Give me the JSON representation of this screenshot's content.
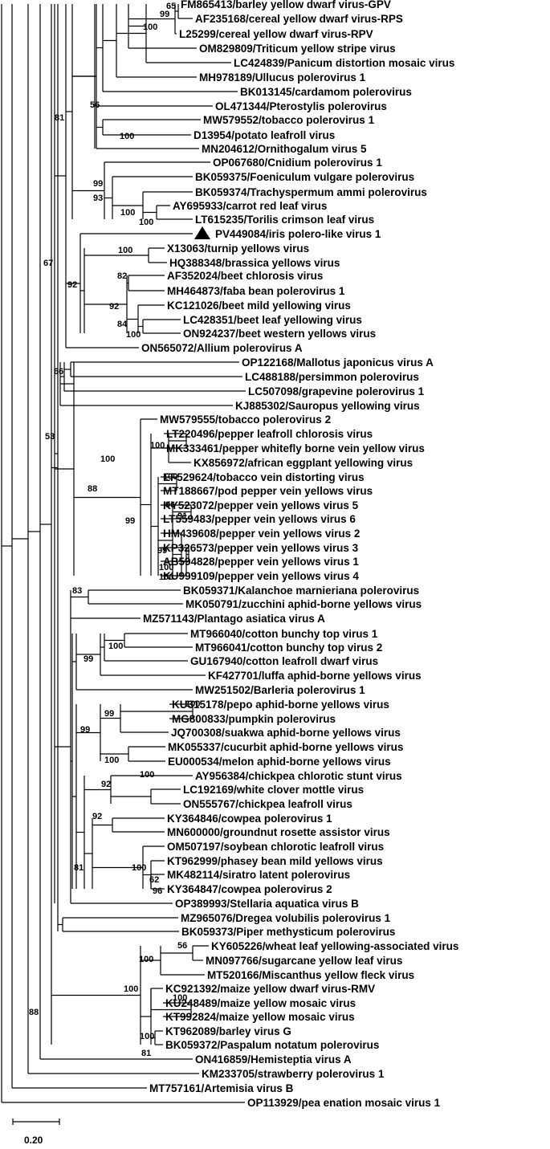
{
  "tree": {
    "scale_bar_label": "0.20",
    "marker_leaf": "PV449084/iris polero-like virus 1",
    "leaves": [
      "FM865413/barley yellow dwarf virus-GPV",
      "AF235168/cereal yellow dwarf virus-RPS",
      "L25299/cereal yellow dwarf virus-RPV",
      "OM829809/Triticum yellow stripe virus",
      "LC424839/Panicum distortion mosaic virus",
      "MH978189/Ullucus polerovirus 1",
      "BK013145/cardamom polerovirus",
      "OL471344/Pterostylis polerovirus",
      "MW579552/tobacco polerovirus 1",
      "D13954/potato leafroll virus",
      "MN204612/Ornithogalum virus 5",
      "OP067680/Cnidium polerovirus 1",
      "BK059375/Foeniculum vulgare polerovirus",
      "BK059374/Trachyspermum ammi polerovirus",
      "AY695933/carrot red leaf virus",
      "LT615235/Torilis crimson leaf virus",
      "PV449084/iris polero-like virus 1",
      "X13063/turnip yellows virus",
      "HQ388348/brassica yellows virus",
      "AF352024/beet chlorosis virus",
      "MH464873/faba bean polerovirus 1",
      "KC121026/beet mild yellowing virus",
      "LC428351/beet leaf yellowing virus",
      "ON924237/beet western yellows virus",
      "ON565072/Allium polerovirus A",
      "OP122168/Mallotus japonicus virus A",
      "LC488188/persimmon polerovirus",
      "LC507098/grapevine polerovirus 1",
      "KJ885302/Sauropus yellowing virus",
      "MW579555/tobacco polerovirus 2",
      "LT220496/pepper leafroll chlorosis virus",
      "MK333461/pepper whitefly borne vein yellow virus",
      "KX856972/african eggplant yellowing virus",
      "EF529624/tobacco vein distorting virus",
      "MT188667/pod pepper vein yellows virus",
      "KY523072/pepper vein yellows virus 5",
      "LT559483/pepper vein yellows virus 6",
      "HM439608/pepper vein yellows virus 2",
      "KP326573/pepper vein yellows virus 3",
      "AB594828/pepper vein yellows virus 1",
      "KU999109/pepper vein yellows virus 4",
      "BK059371/Kalanchoe marnieriana polerovirus",
      "MK050791/zucchini aphid-borne yellows virus",
      "MZ571143/Plantago asiatica virus A",
      "MT966040/cotton bunchy top virus 1",
      "MT966041/cotton bunchy top virus 2",
      "GU167940/cotton leafroll dwarf virus",
      "KF427701/luffa aphid-borne yellows virus",
      "MW251502/Barleria polerovirus 1",
      "KU315178/pepo aphid-borne yellows virus",
      "MG800833/pumpkin polerovirus",
      "JQ700308/suakwa aphid-borne yellows virus",
      "MK055337/cucurbit aphid-borne yellows virus",
      "EU000534/melon aphid-borne yellows virus",
      "AY956384/chickpea chlorotic stunt virus",
      "LC192169/white clover mottle virus",
      "ON555767/chickpea leafroll virus",
      "KY364846/cowpea polerovirus 1",
      "MN600000/groundnut rosette assistor virus",
      "OM507197/soybean chlorotic leafroll virus",
      "KT962999/phasey bean mild yellows virus",
      "MK482114/siratro latent polerovirus",
      "KY364847/cowpea polerovirus 2",
      "OP389993/Stellaria aquatica virus B",
      "MZ965076/Dregea volubilis polerovirus 1",
      "BK059373/Piper methysticum polerovirus",
      "KY605226/wheat leaf yellowing-associated virus",
      "MN097766/sugarcane yellow leaf virus",
      "MT520166/Miscanthus yellow fleck virus",
      "KC921392/maize yellow dwarf virus-RMV",
      "KU248489/maize yellow mosaic virus",
      "KT992824/maize yellow mosaic virus",
      "KT962089/barley virus G",
      "BK059372/Paspalum notatum polerovirus",
      "ON416859/Hemisteptia virus A",
      "KM233705/strawberry polerovirus 1",
      "MT757161/Artemisia virus B",
      "OP113929/pea enation mosaic virus 1"
    ],
    "bootstrap": [
      "65",
      "99",
      "100",
      "56",
      "100",
      "81",
      "99",
      "93",
      "100",
      "100",
      "100",
      "67",
      "92",
      "82",
      "92",
      "84",
      "100",
      "66",
      "53",
      "100",
      "100",
      "88",
      "100",
      "96",
      "91",
      "99",
      "99",
      "100",
      "100",
      "83",
      "99",
      "100",
      "99",
      "100",
      "99",
      "100",
      "92",
      "100",
      "92",
      "81",
      "100",
      "62",
      "96",
      "56",
      "100",
      "88",
      "100",
      "100",
      "100",
      "81"
    ]
  }
}
